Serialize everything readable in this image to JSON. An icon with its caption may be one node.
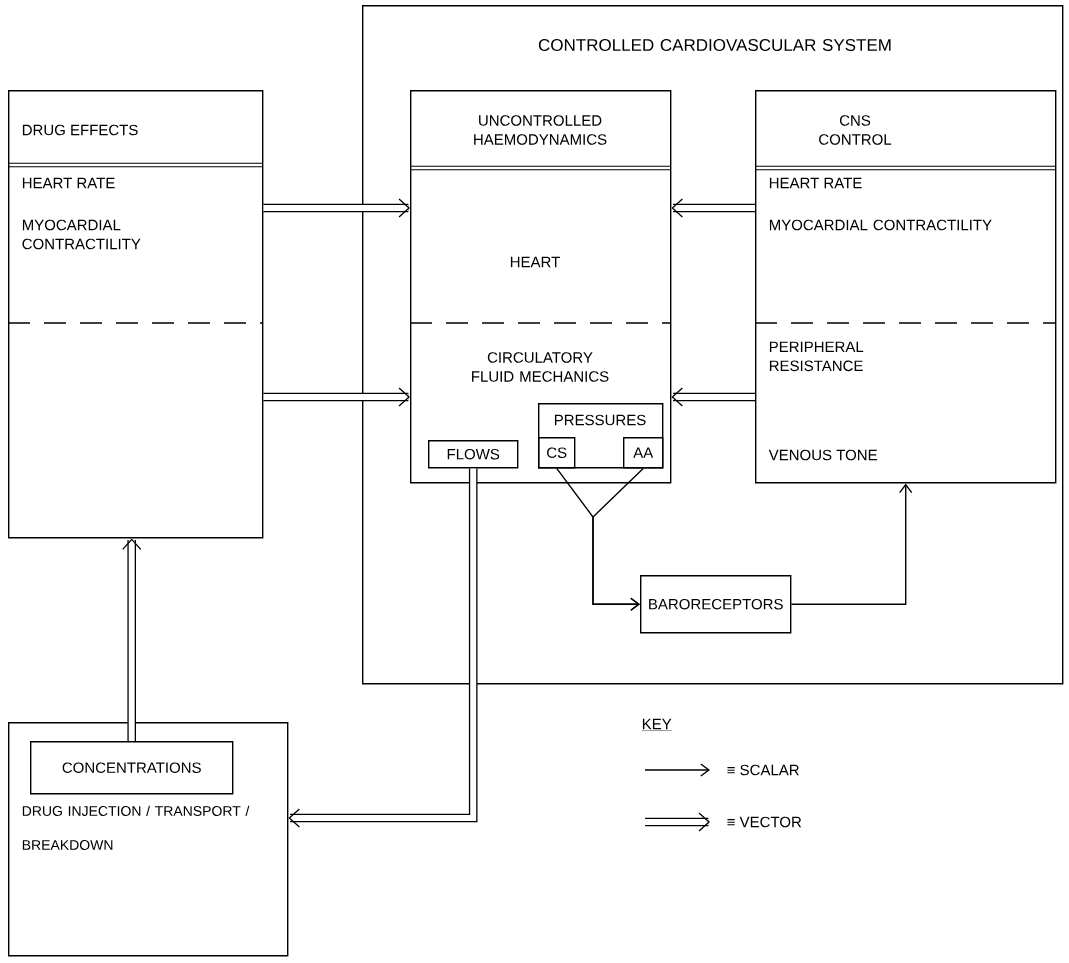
{
  "diagram": {
    "nodes": [
      {
        "text": [
          "CONTROLLED CARDIOVASCULAR SYSTEM"
        ]
      },
      {
        "text": [
          "DRUG EFFECTS",
          "HEART RATE",
          "MYOCARDIAL CONTRACTILITY"
        ]
      },
      {
        "text": [
          "UNCONTROLLED HAEMODYNAMICS",
          "HEART",
          "CIRCULATORY FLUID MECHANICS"
        ],
        "in": 0
      },
      {
        "text": [
          "FLOWS"
        ],
        "in": 2
      },
      {
        "text": [
          "PRESSURES"
        ],
        "in": 2
      },
      {
        "text": [
          "CS"
        ],
        "in": 4
      },
      {
        "text": [
          "AA"
        ],
        "in": 4
      },
      {
        "text": [
          "CNS CONTROL",
          "HEART RATE",
          "MYOCARDIAL CONTRACTILITY",
          "PERIPHERAL RESISTANCE",
          "VENOUS TONE"
        ],
        "in": 0
      },
      {
        "text": [
          "BARORECEPTORS"
        ],
        "in": 0
      },
      {
        "text": [
          "DRUG INJECTION / TRANSPORT / BREAKDOWN"
        ]
      },
      {
        "text": [
          "CONCENTRATIONS"
        ],
        "in": 9
      }
    ],
    "edges": [
      {
        "from": 1,
        "to": 2,
        "arrow": "to"
      },
      {
        "from": 1,
        "to": 2,
        "arrow": "to"
      },
      {
        "from": 7,
        "to": 2,
        "arrow": "to"
      },
      {
        "from": 7,
        "to": 2,
        "arrow": "to"
      },
      {
        "from": 5,
        "to": 8,
        "arrow": "to"
      },
      {
        "from": 6,
        "to": 8,
        "arrow": "to"
      },
      {
        "from": 8,
        "to": 7,
        "arrow": "to"
      },
      {
        "from": 3,
        "to": 9,
        "arrow": "to"
      },
      {
        "from": 10,
        "to": 1,
        "arrow": "to"
      }
    ],
    "labels": [
      "KEY"
    ],
    "legend": [
      {
        "text": "≡ SCALAR"
      },
      {
        "text": "≡ VECTOR"
      }
    ]
  }
}
